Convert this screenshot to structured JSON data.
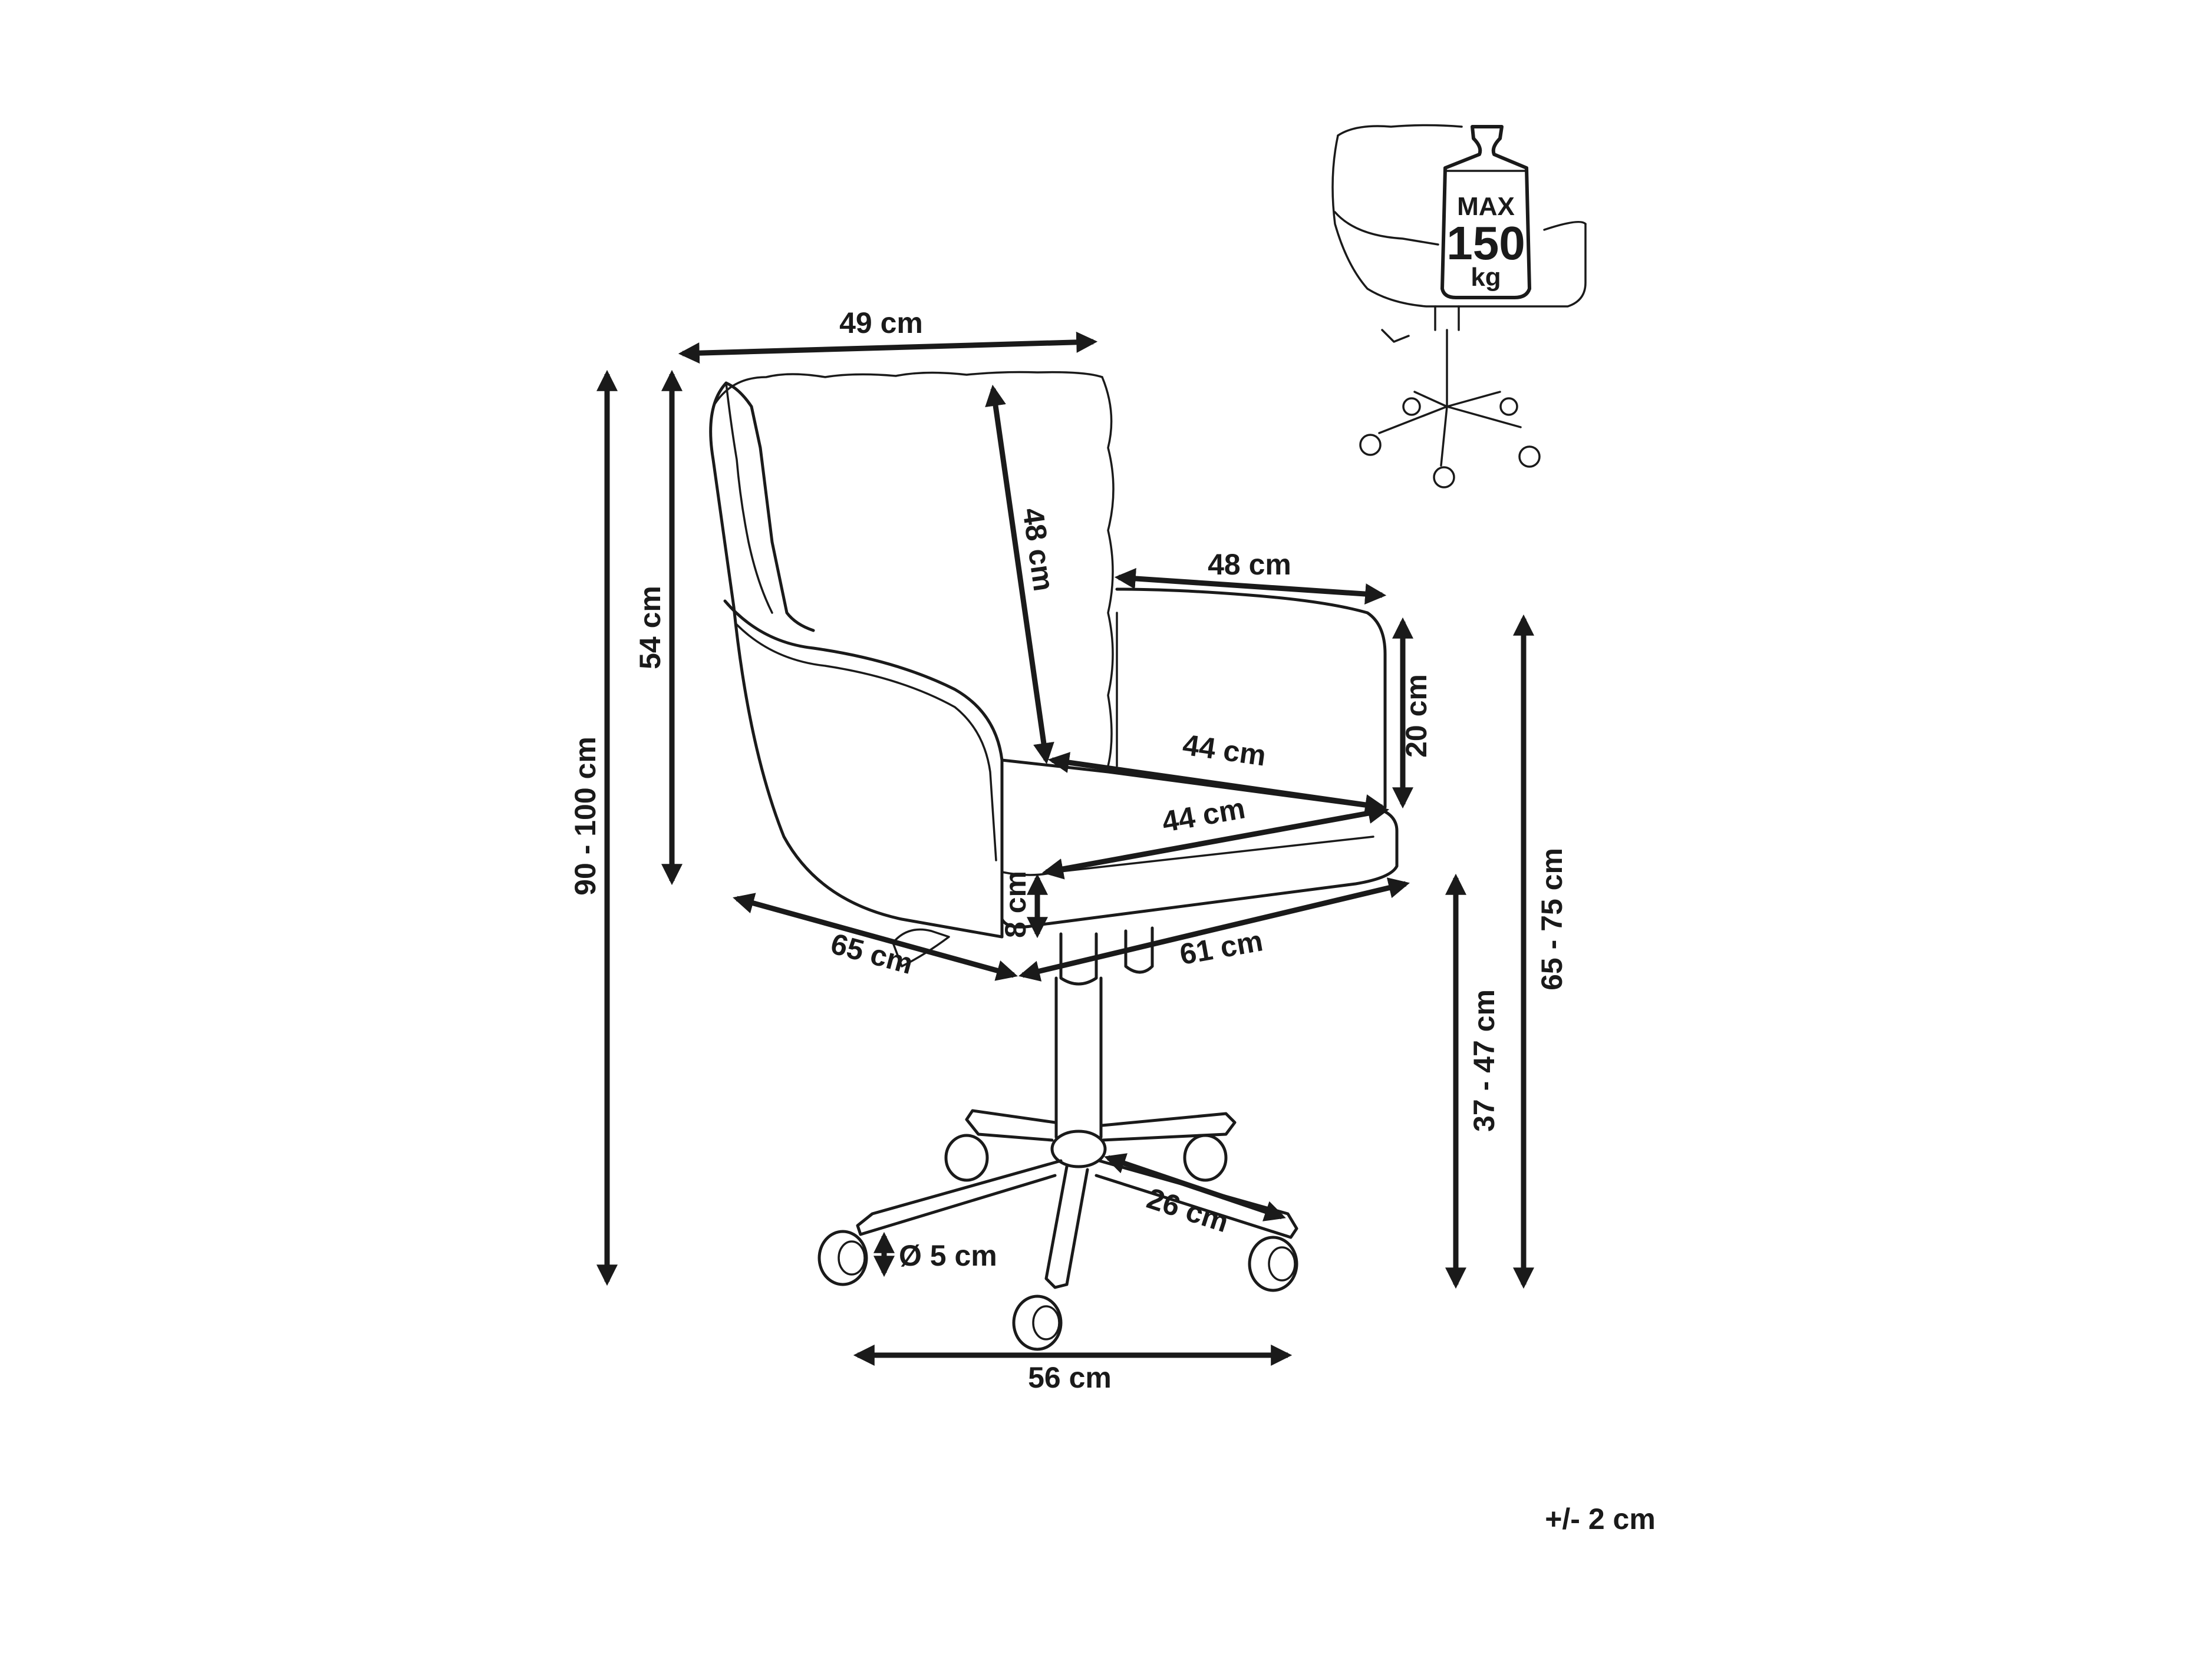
{
  "dimensions": {
    "overall_height": "90 - 100 cm",
    "backrest_height": "54 cm",
    "total_width": "49 cm",
    "backrest_length": "48 cm",
    "armrest_depth": "48 cm",
    "armrest_height": "20 cm",
    "seat_width_back": "44 cm",
    "seat_width_front": "44 cm",
    "seat_thickness": "8 cm",
    "overall_depth": "65 cm",
    "overall_width": "61 cm",
    "seat_height": "37 - 47 cm",
    "armrest_floor_height": "65 - 75 cm",
    "leg_length": "26 cm",
    "caster_diameter": "Ø 5 cm",
    "base_width": "56 cm"
  },
  "max_load": {
    "prefix": "MAX",
    "value": "150",
    "unit": "kg"
  },
  "tolerance": "+/- 2 cm"
}
